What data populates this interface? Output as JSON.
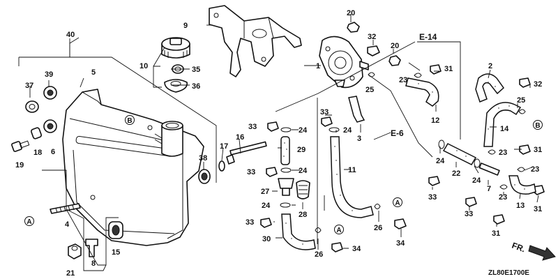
{
  "diagram": {
    "code": "ZL80E1700E",
    "front_label": "FR.",
    "references": {
      "e14": "E-14",
      "e6": "E-6"
    },
    "circle_letter_a": "A",
    "circle_letter_b": "B",
    "callouts": {
      "n1": "1",
      "n2": "2",
      "n3": "3",
      "n4": "4",
      "n5": "5",
      "n6": "6",
      "n7": "7",
      "n8": "8",
      "n9": "9",
      "n10": "10",
      "n11": "11",
      "n12": "12",
      "n13": "13",
      "n14": "14",
      "n15": "15",
      "n16": "16",
      "n17": "17",
      "n18": "18",
      "n19": "19",
      "n20": "20",
      "n21": "21",
      "n22": "22",
      "n23": "23",
      "n24": "24",
      "n25": "25",
      "n26": "26",
      "n27": "27",
      "n28": "28",
      "n29": "29",
      "n30": "30",
      "n31": "31",
      "n32": "32",
      "n33": "33",
      "n34": "34",
      "n35": "35",
      "n36": "36",
      "n37": "37",
      "n38": "38",
      "n39": "39",
      "n40": "40"
    }
  }
}
